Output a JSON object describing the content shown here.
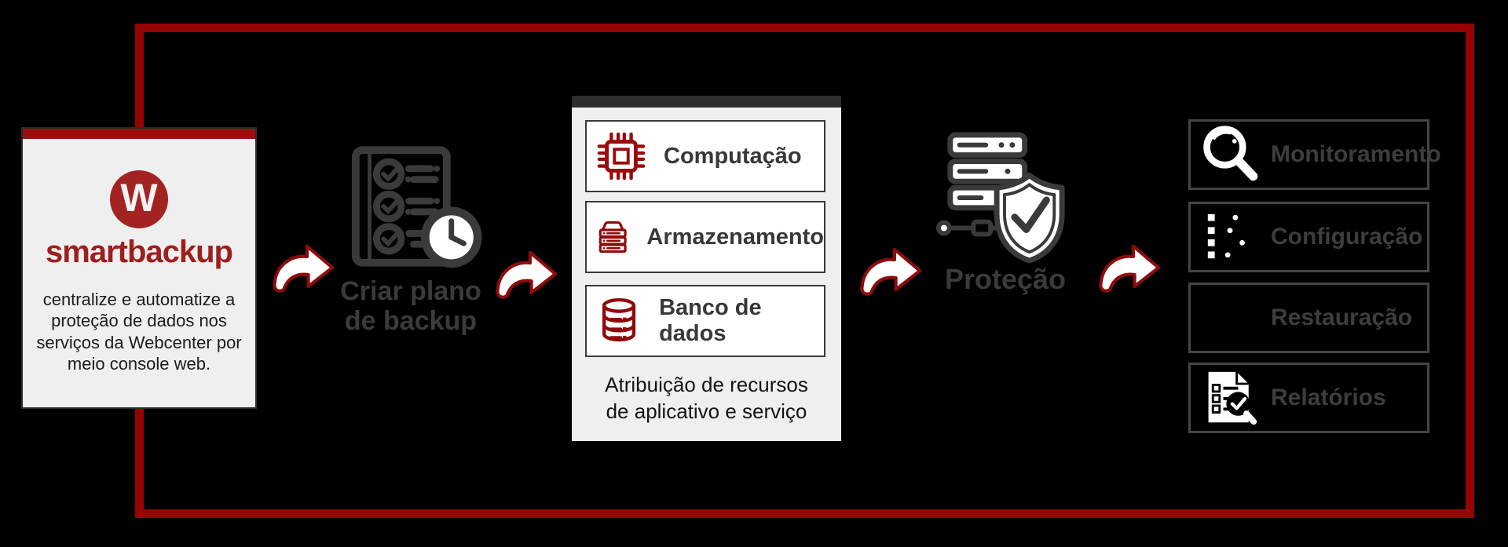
{
  "colors": {
    "background": "#000000",
    "frame_red": "#960303",
    "logo_red": "#a32323",
    "wordmark_red": "#9e1e1e",
    "icon_red": "#8e0b0b",
    "dark_gray": "#3a3a3a",
    "panel_bg": "#efefef",
    "box_white": "#ffffff",
    "label_gray": "#3d3d3d"
  },
  "brand": {
    "logo_letter": "W",
    "name": "smartbackup",
    "description": "centralize e automatize a proteção de dados nos serviços da Webcenter por meio console web."
  },
  "flow": {
    "create_plan": {
      "line1": "Criar plano",
      "line2": "de backup"
    },
    "resources": {
      "items": [
        {
          "label": "Computação",
          "icon": "cpu-chip-icon"
        },
        {
          "label": "Armazenamento",
          "icon": "storage-server-icon"
        },
        {
          "label": "Banco de dados",
          "icon": "database-icon"
        }
      ],
      "caption_line1": "Atribuição de recursos",
      "caption_line2": "de aplicativo e serviço"
    },
    "protection": {
      "label": "Proteção",
      "icon": "server-shield-icon"
    },
    "operations": {
      "items": [
        {
          "label": "Monitoramento",
          "icon": "magnifier-icon"
        },
        {
          "label": "Configuração",
          "icon": "settings-dots-icon"
        },
        {
          "label": "Restauração",
          "icon": "restore-icon"
        },
        {
          "label": "Relatórios",
          "icon": "report-document-icon"
        }
      ]
    }
  }
}
